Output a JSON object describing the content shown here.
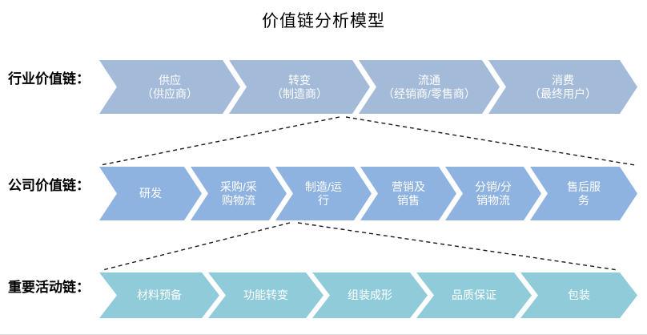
{
  "title": "价值链分析模型",
  "theme": {
    "background": "#ffffff",
    "industry_color": "#a3bad8",
    "company_color": "#8fb3e0",
    "activity_color": "#8fcbd9",
    "label_color": "#000000",
    "chevron_text_color": "#ffffff",
    "connector_color": "#1a1a1a"
  },
  "rows": [
    {
      "key": "industry",
      "label": "行业价值链：",
      "color": "#a3bad8",
      "steps": [
        {
          "line1": "供应",
          "line2": "（供应商）",
          "text": "供应（供应商）"
        },
        {
          "line1": "转变",
          "line2": "（制造商）",
          "text": "转变（制造商）"
        },
        {
          "line1": "流通",
          "line2": "（经销商/零售商）",
          "text": "流通（经销商/零售商）"
        },
        {
          "line1": "消费",
          "line2": "（最终用户）",
          "text": "消费（最终用户）"
        }
      ]
    },
    {
      "key": "company",
      "label": "公司价值链：",
      "color": "#8fb3e0",
      "steps": [
        {
          "line1": "研发",
          "line2": "",
          "text": "研发"
        },
        {
          "line1": "采购/采",
          "line2": "购物流",
          "text": "采购/采购物流"
        },
        {
          "line1": "制造/运",
          "line2": "行",
          "text": "制造/运行"
        },
        {
          "line1": "营销及",
          "line2": "销售",
          "text": "营销及销售"
        },
        {
          "line1": "分销/分",
          "line2": "销物流",
          "text": "分销/分销物流"
        },
        {
          "line1": "售后服",
          "line2": "务",
          "text": "售后服务"
        }
      ]
    },
    {
      "key": "activity",
      "label": "重要活动链：",
      "color": "#8fcbd9",
      "steps": [
        {
          "line1": "材料预备",
          "line2": "",
          "text": "材料预备"
        },
        {
          "line1": "功能转变",
          "line2": "",
          "text": "功能转变"
        },
        {
          "line1": "组装成形",
          "line2": "",
          "text": "组装成形"
        },
        {
          "line1": "品质保证",
          "line2": "",
          "text": "品质保证"
        },
        {
          "line1": "包装",
          "line2": "",
          "text": "包装"
        }
      ]
    }
  ],
  "connectors": [
    {
      "name": "industry-to-company-left",
      "from_row": "industry",
      "from_step": "转变（制造商）",
      "to_row": "company",
      "style": "dashed"
    },
    {
      "name": "industry-to-company-right",
      "from_row": "industry",
      "from_step": "转变（制造商）",
      "to_row": "company",
      "style": "dashed"
    },
    {
      "name": "company-to-activity-left",
      "from_row": "company",
      "from_step": "制造/运行",
      "to_row": "activity",
      "style": "dashed"
    },
    {
      "name": "company-to-activity-right",
      "from_row": "company",
      "from_step": "制造/运行",
      "to_row": "activity",
      "style": "dashed"
    }
  ]
}
